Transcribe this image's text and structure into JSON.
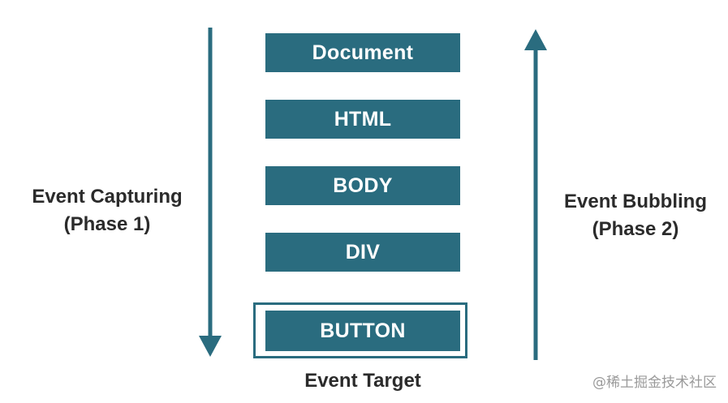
{
  "diagram": {
    "nodes": [
      {
        "id": "document",
        "label": "Document"
      },
      {
        "id": "html",
        "label": "HTML"
      },
      {
        "id": "body",
        "label": "BODY"
      },
      {
        "id": "div",
        "label": "DIV"
      },
      {
        "id": "button",
        "label": "BUTTON"
      }
    ],
    "target_caption": "Event Target",
    "capturing": {
      "line1": "Event Capturing",
      "line2": "(Phase 1)",
      "direction": "down"
    },
    "bubbling": {
      "line1": "Event Bubbling",
      "line2": "(Phase 2)",
      "direction": "up"
    },
    "colors": {
      "box": "#2a6c7f",
      "text": "#ffffff",
      "label": "#2b2b2b"
    }
  },
  "watermark": "@稀土掘金技术社区"
}
